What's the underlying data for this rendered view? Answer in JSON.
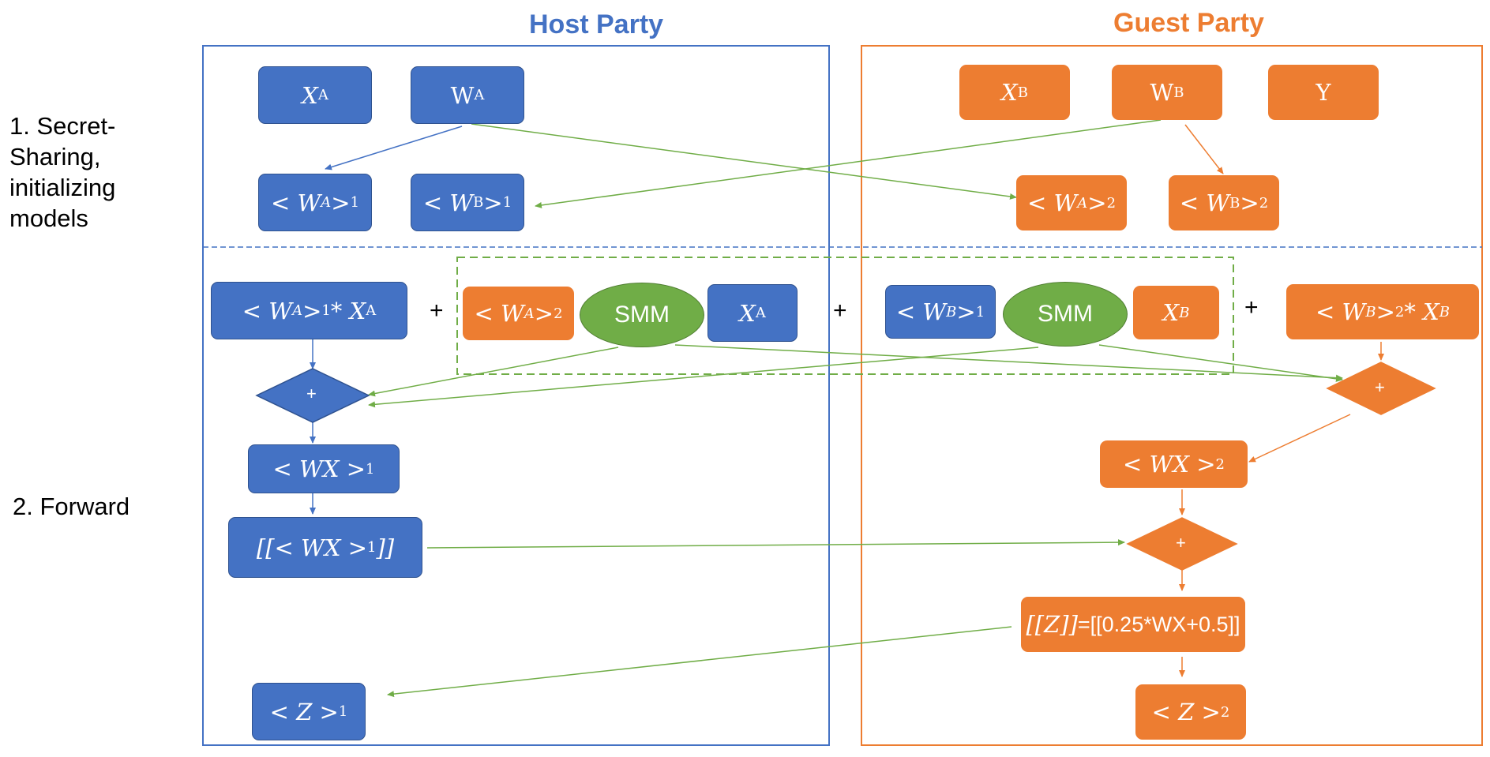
{
  "parties": {
    "host": {
      "title": "Host Party",
      "color": "#4472c4"
    },
    "guest": {
      "title": "Guest Party",
      "color": "#ed7d31"
    }
  },
  "steps": [
    {
      "label": "1. Secret-\nSharing,\ninitializing\nmodels"
    },
    {
      "label": "2. Forward"
    }
  ],
  "nodes": {
    "xa": "X",
    "xa_sub": "A",
    "wa": "W",
    "wa_sub": "A",
    "wa1": "< W",
    "wa1_sub": "A",
    "wa1_tail": " >",
    "wa1_sub2": "1",
    "wb1": "< W",
    "wb1_sub": "B",
    "wb1_tail": " >",
    "wb1_sub2": "1",
    "xb": "X",
    "xb_sub": "B",
    "wb": "W",
    "wb_sub": "B",
    "y": "Y",
    "wa2": "< W",
    "wa2_sub": "A",
    "wa2_tail": " >",
    "wa2_sub2": "2",
    "wb2": "< W",
    "wb2_sub": "B",
    "wb2_tail": " >",
    "wb2_sub2": "2",
    "wa1xa": "< W",
    "wa1xa_sub": "A",
    "wa1xa_tail": " >",
    "wa1xa_sub2": "1",
    "wa1xa_mul": "* X",
    "wa1xa_sub3": "A",
    "smm_wa2": "< W",
    "smm_wa2_sub": "A",
    "smm_wa2_tail": " >",
    "smm_wa2_sub2": "2",
    "smm1": "SMM",
    "smm_xa": "X",
    "smm_xa_sub": "A",
    "smm_wb1": "< W",
    "smm_wb1_sub": "B",
    "smm_wb1_tail": " >",
    "smm_wb1_sub2": "1",
    "smm2": "SMM",
    "smm_xb": "X",
    "smm_xb_sub": "B",
    "wb2xb": "< W",
    "wb2xb_sub": "B",
    "wb2xb_tail": " >",
    "wb2xb_sub2": "2",
    "wb2xb_mul": "* X",
    "wb2xb_sub3": "B",
    "diamond_plus": "+",
    "wx1": "< WX >",
    "wx1_sub": "1",
    "enc_wx1": "[[< WX >",
    "enc_wx1_sub": "1",
    "enc_wx1_tail": "]]",
    "wx2": "< WX >",
    "wx2_sub": "2",
    "z_enc_lhs": "[[Z]]",
    "z_enc_rhs": "=[[0.25*WX+0.5]]",
    "z1": "< Z >",
    "z1_sub": "1",
    "z2": "< Z >",
    "z2_sub": "2"
  },
  "plus_signs": [
    "+",
    "+",
    "+"
  ],
  "colors": {
    "host": "#4472c4",
    "guest": "#ed7d31",
    "secure": "#70ad47",
    "divider": "#4472c4"
  }
}
